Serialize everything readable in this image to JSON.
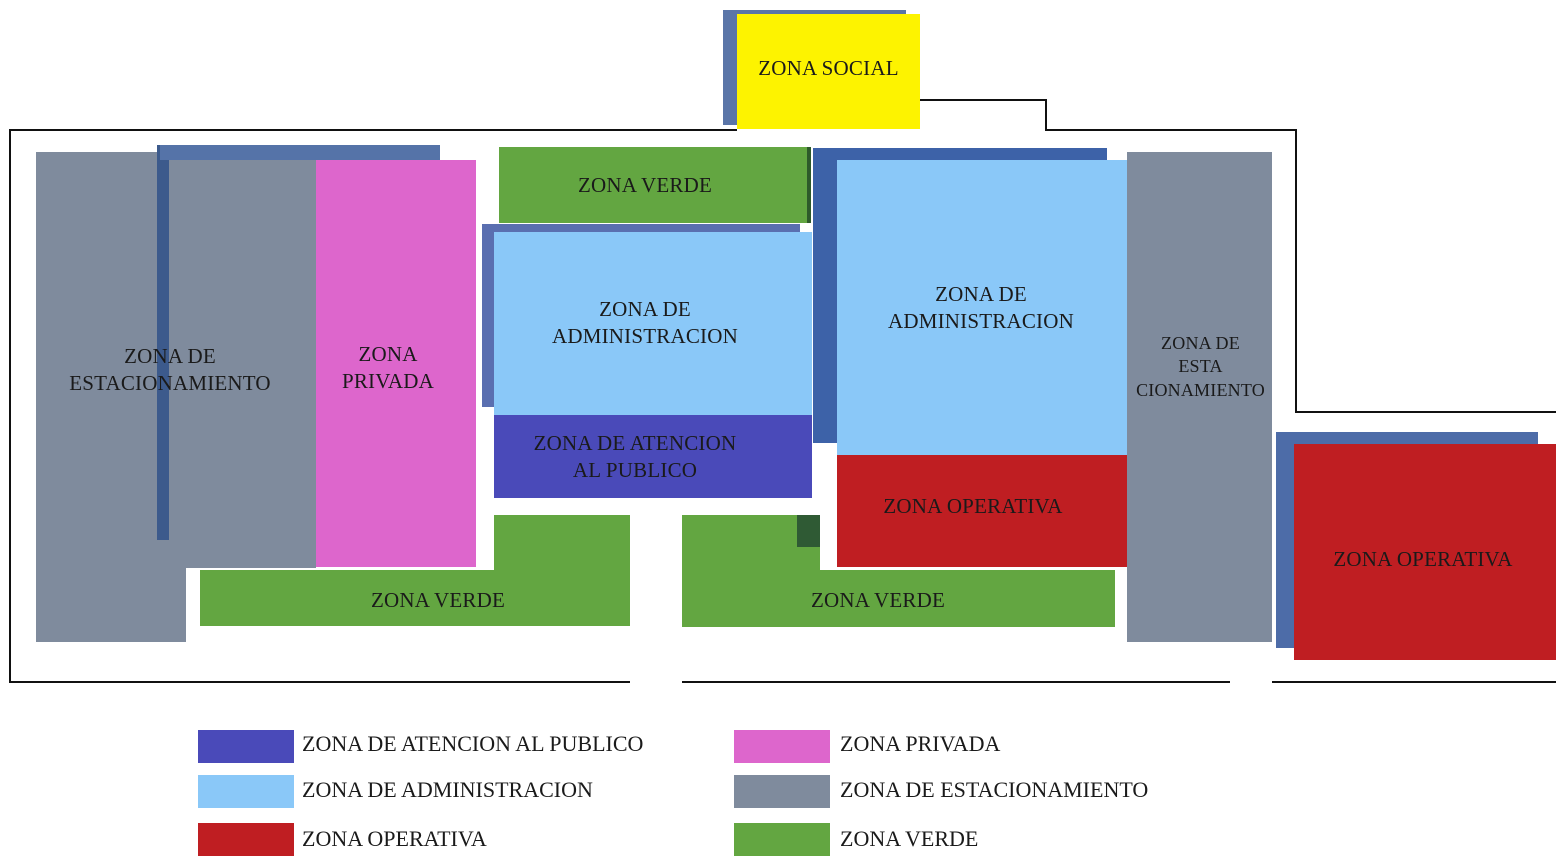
{
  "colors": {
    "atencion": "#4a4ab9",
    "administracion": "#8ac8f8",
    "operativa": "#bf1e22",
    "privada": "#dd66cc",
    "estacionamiento": "#7f8b9d",
    "verde": "#63a641",
    "social": "#fdf300"
  },
  "zones": {
    "social": "ZONA SOCIAL",
    "estacionamiento_left": "ZONA DE\nESTACIONAMIENTO",
    "privada": "ZONA\nPRIVADA",
    "verde_top": "ZONA VERDE",
    "admin_center": "ZONA DE\nADMINISTRACION",
    "atencion": "ZONA DE ATENCION\nAL PUBLICO",
    "admin_right": "ZONA DE\nADMINISTRACION",
    "estacionamiento_right": "ZONA DE\nESTA\nCIONAMIENTO",
    "operativa_center": "ZONA OPERATIVA",
    "operativa_right": "ZONA OPERATIVA",
    "verde_bottom_left": "ZONA VERDE",
    "verde_bottom_right": "ZONA VERDE"
  },
  "legend": {
    "items": [
      {
        "label": "ZONA DE ATENCION AL PUBLICO",
        "color": "#4a4ab9"
      },
      {
        "label": "ZONA DE ADMINISTRACION",
        "color": "#8ac8f8"
      },
      {
        "label": "ZONA OPERATIVA",
        "color": "#bf1e22"
      },
      {
        "label": "ZONA PRIVADA",
        "color": "#dd66cc"
      },
      {
        "label": "ZONA DE ESTACIONAMIENTO",
        "color": "#7f8b9d"
      },
      {
        "label": "ZONA VERDE",
        "color": "#63a641"
      }
    ]
  }
}
